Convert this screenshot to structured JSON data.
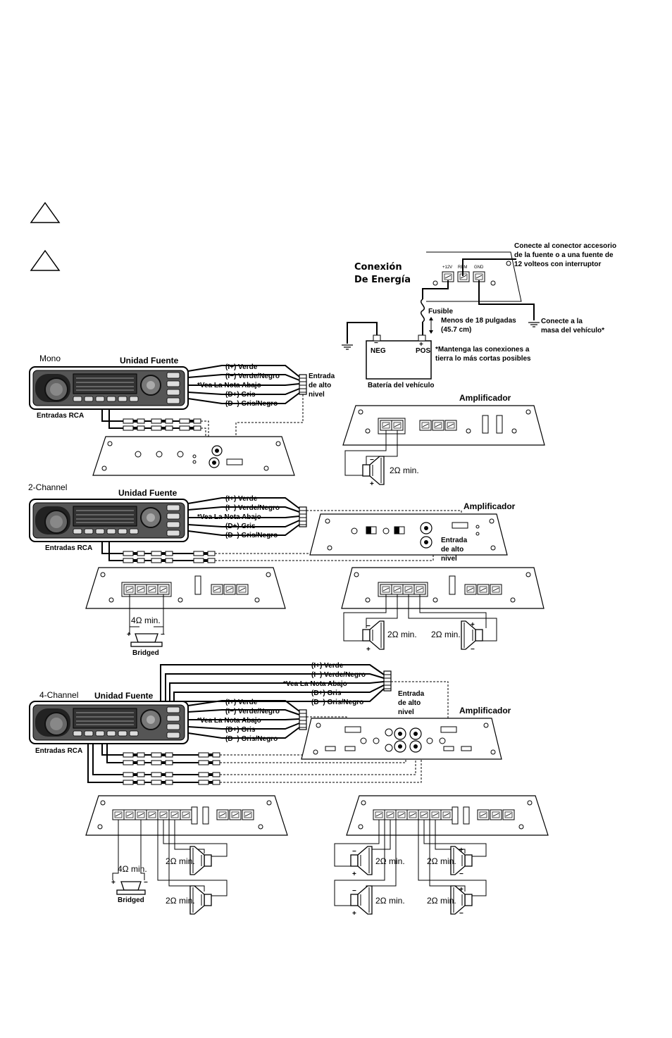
{
  "power": {
    "title_line1": "Conexión",
    "title_line2": "De Energía",
    "terminal_12v": "+12V",
    "terminal_rem": "REM",
    "terminal_gnd": "GND",
    "rem_note": [
      "Conecte al conector accesorio",
      "de la fuente o a una fuente de",
      "12 volteos con interruptor"
    ],
    "gnd_note": [
      "Conecte a la",
      "masa del vehículo*"
    ],
    "fuse": "Fusible",
    "fuse_distance": [
      "Menos de 18 pulgadas",
      "(45.7 cm)"
    ],
    "battery_neg": "NEG",
    "battery_pos": "POS",
    "battery_minus": "−",
    "battery_plus": "+",
    "battery_label": "Batería del vehículo",
    "ground_note": [
      "*Mantenga las conexiones a",
      "tierra lo más cortas posibles"
    ]
  },
  "wires": {
    "l_plus": "(I+) Verde",
    "l_minus": "(I−) Verde/Negro",
    "note": "*Vea La Nota Abajo",
    "d_plus": "(D+) Gris",
    "d_minus": "(D−) Gris/Negro"
  },
  "common": {
    "head_unit": "Unidad Fuente",
    "rca": "Entradas RCA",
    "amplifier": "Amplificador",
    "high_level": [
      "Entrada",
      "de alto",
      "nivel"
    ],
    "min2": "2Ω min.",
    "min4": "4Ω min.",
    "bridged": "Bridged",
    "plus": "+",
    "minus": "−"
  },
  "sections": {
    "mono": "Mono",
    "two_channel": "2-Channel",
    "four_channel": "4-Channel"
  }
}
